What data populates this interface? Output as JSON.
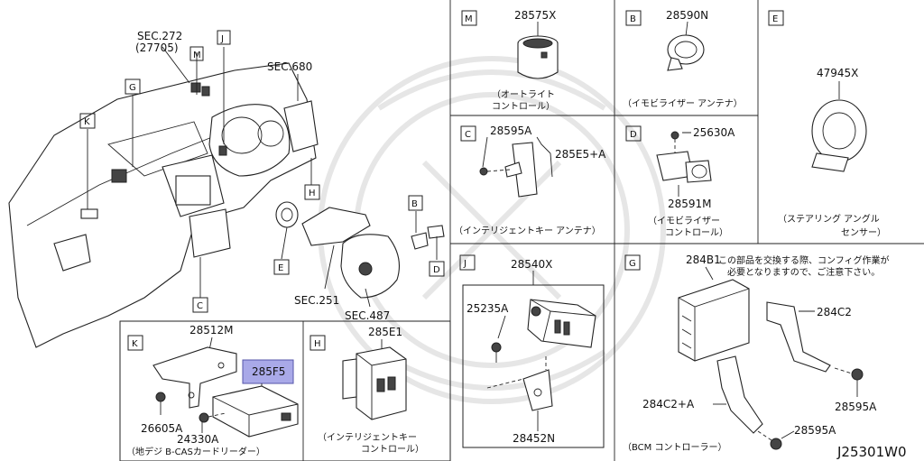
{
  "overview": {
    "sec_272": "SEC.272",
    "sec_272_sub": "(27705)",
    "sec_680": "SEC.680",
    "sec_251": "SEC.251",
    "sec_487": "SEC.487",
    "callouts": {
      "M": "M",
      "J": "J",
      "G": "G",
      "K": "K",
      "H": "H",
      "B": "B",
      "E": "E",
      "D": "D",
      "C": "C"
    }
  },
  "panel_m": {
    "letter": "M",
    "part": "28575X",
    "caption1": "（オートライト",
    "caption2": "コントロール）"
  },
  "panel_b": {
    "letter": "B",
    "part": "28590N",
    "caption": "（イモビライザー アンテナ）"
  },
  "panel_e": {
    "letter": "E",
    "part": "47945X",
    "caption1": "（ステアリング アングル",
    "caption2": "センサー）"
  },
  "panel_c": {
    "letter": "C",
    "part_a": "28595A",
    "part_b": "285E5+A",
    "caption": "（インテリジェントキー アンテナ）"
  },
  "panel_d": {
    "letter": "D",
    "part_a": "25630A",
    "part_b": "28591M",
    "caption1": "（イモビライザー",
    "caption2": "コントロール）"
  },
  "panel_j": {
    "letter": "J",
    "part_main": "28540X",
    "part_screw": "25235A",
    "part_bracket": "28452N"
  },
  "panel_g": {
    "letter": "G",
    "part_main": "284B1",
    "note1": "この部品を交換する際、コンフィグ作業が",
    "note2": "必要となりますので、ご注意下さい。",
    "part_bracket1": "284C2",
    "part_bracket2": "284C2+A",
    "part_bolt1": "28595A",
    "part_bolt2": "28595A",
    "caption": "（BCM コントローラー）"
  },
  "panel_k": {
    "letter": "K",
    "part_bracket": "28512M",
    "part_highlight": "285F5",
    "part_screw1": "26605A",
    "part_screw2": "24330A",
    "caption": "（地デジ B-CASカードリーダー）"
  },
  "panel_h": {
    "letter": "H",
    "part": "285E1",
    "caption1": "（インテリジェントキー",
    "caption2": "コントロール）"
  },
  "diagram_id": "J25301W0"
}
